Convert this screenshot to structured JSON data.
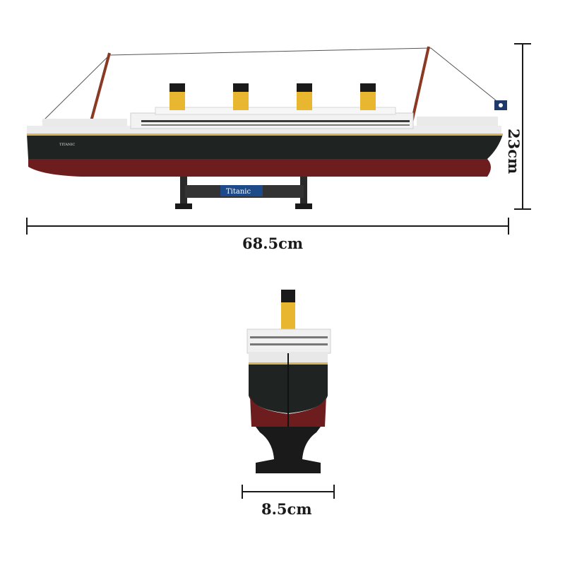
{
  "dimensions": {
    "length": "68.5cm",
    "height": "23cm",
    "width": "8.5cm"
  },
  "model": {
    "hull_name": "TITANIC",
    "plaque_text": "Titanic"
  },
  "colors": {
    "hull_black": "#1f2422",
    "hull_red": "#6e1d1f",
    "superstructure": "#f2f2f2",
    "funnel_yellow": "#e9b630",
    "funnel_black": "#1a1a1a",
    "gold_stripe": "#d8b35a",
    "plaque_blue": "#1f4a8a",
    "dimension_line": "#1a1a1a"
  }
}
